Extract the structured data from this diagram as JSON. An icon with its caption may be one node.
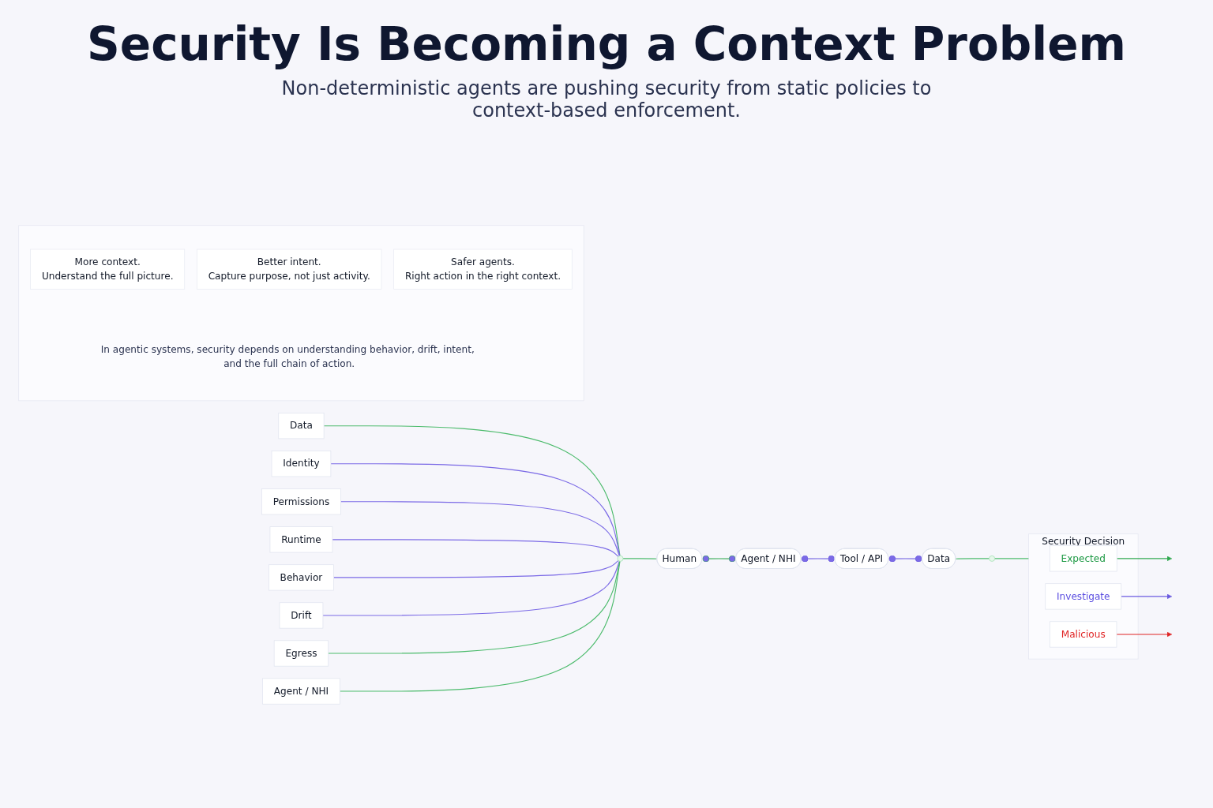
{
  "diagram": {
    "title": "Security Is Becoming a Context Problem",
    "nodes": [
      {
        "text": [
          "Data"
        ]
      },
      {
        "text": [
          "Identity"
        ]
      },
      {
        "text": [
          "Permissions"
        ]
      },
      {
        "text": [
          "Runtime"
        ]
      },
      {
        "text": [
          "Behavior"
        ]
      },
      {
        "text": [
          "Drift"
        ]
      },
      {
        "text": [
          "Egress"
        ]
      },
      {
        "text": [
          "Agent / NHI"
        ]
      },
      {
        "text": [],
        "shape": "circle"
      },
      {
        "text": [
          "Human"
        ]
      },
      {
        "text": [
          "Agent / NHI"
        ]
      },
      {
        "text": [
          "Tool / API"
        ]
      },
      {
        "text": [
          "Data"
        ]
      },
      {
        "text": [],
        "shape": "circle"
      },
      {
        "text": [
          "Security Decision"
        ]
      },
      {
        "text": [
          "Expected"
        ],
        "in": 14
      },
      {
        "text": [
          "Investigate"
        ],
        "in": 14
      },
      {
        "text": [
          "Malicious"
        ],
        "in": 14
      },
      {
        "text": [],
        "shape": "box"
      },
      {
        "text": [
          "More context.",
          "Understand the full picture."
        ],
        "in": 18
      },
      {
        "text": [
          "Better intent.",
          "Capture purpose, not just activity."
        ],
        "in": 18
      },
      {
        "text": [
          "Safer agents.",
          "Right action in the right context."
        ],
        "in": 18
      },
      {
        "text": [
          "In agentic systems, security depends on understanding behavior, drift, intent, and the full chain of action."
        ],
        "in": 18
      }
    ],
    "edges": [
      {
        "from": 0,
        "to": 8,
        "arrow": "none",
        "color": "#4cbb6c"
      },
      {
        "from": 1,
        "to": 8,
        "arrow": "none",
        "color": "#7b6ae6"
      },
      {
        "from": 2,
        "to": 8,
        "arrow": "none",
        "color": "#7b6ae6"
      },
      {
        "from": 3,
        "to": 8,
        "arrow": "none",
        "color": "#7b6ae6"
      },
      {
        "from": 4,
        "to": 8,
        "arrow": "none",
        "color": "#7b6ae6"
      },
      {
        "from": 5,
        "to": 8,
        "arrow": "none",
        "color": "#7b6ae6"
      },
      {
        "from": 6,
        "to": 8,
        "arrow": "none",
        "color": "#4cbb6c"
      },
      {
        "from": 7,
        "to": 8,
        "arrow": "none",
        "color": "#4cbb6c"
      },
      {
        "from": 8,
        "to": 9,
        "arrow": "none",
        "color": "#4cbb6c"
      },
      {
        "from": 9,
        "to": 10,
        "arrow": "other",
        "color": "#2fa84f"
      },
      {
        "from": 10,
        "to": 11,
        "arrow": "other",
        "color": "#6a5ae0"
      },
      {
        "from": 11,
        "to": 12,
        "arrow": "other",
        "color": "#6a5ae0"
      },
      {
        "from": 12,
        "to": 13,
        "arrow": "none",
        "color": "#4cbb6c"
      },
      {
        "from": 13,
        "to": 14,
        "arrow": "none",
        "color": "#4cbb6c"
      },
      {
        "from": 15,
        "to": null,
        "arrow": "to",
        "color": "#2fa84f"
      },
      {
        "from": 16,
        "to": null,
        "arrow": "to",
        "color": "#6a5ae0"
      },
      {
        "from": 17,
        "to": null,
        "arrow": "to",
        "color": "#e02424"
      }
    ],
    "labels": [
      "Non-deterministic agents are pushing security from static policies to context-based enforcement."
    ]
  }
}
